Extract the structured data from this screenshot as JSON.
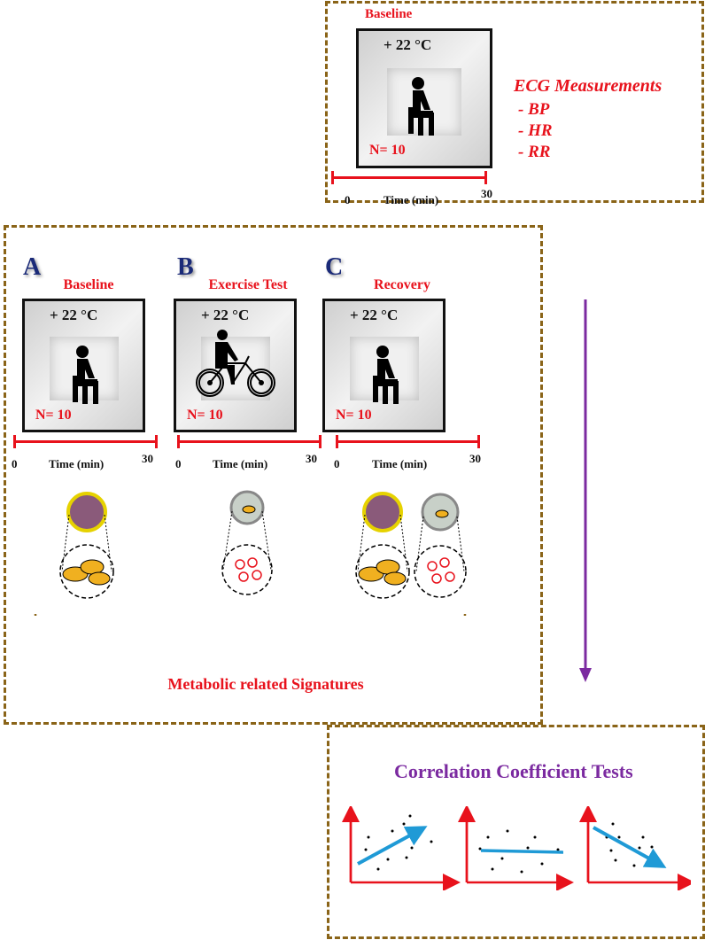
{
  "top": {
    "title": "Baseline",
    "temp": "+ 22 °C",
    "n": "N= 10",
    "t0": "0",
    "tlabel": "Time (min)",
    "t30": "30",
    "ecg_title": "ECG Measurements",
    "ecg_items": [
      "- BP",
      "- HR",
      "- RR"
    ]
  },
  "panels": [
    {
      "letter": "A",
      "title": "Baseline",
      "temp": "+ 22 °C",
      "n": "N= 10",
      "t0": "0",
      "tlabel": "Time (min)",
      "t30": "30"
    },
    {
      "letter": "B",
      "title": "Exercise Test",
      "temp": "+ 22 °C",
      "n": "N= 10",
      "t0": "0",
      "tlabel": "Time (min)",
      "t30": "30"
    },
    {
      "letter": "C",
      "title": "Recovery",
      "temp": "+ 22 °C",
      "n": "N= 10",
      "t0": "0",
      "tlabel": "Time (min)",
      "t30": "30"
    }
  ],
  "metabolic_label": "Metabolic related Signatures",
  "correlation": {
    "title": "Correlation Coefficient Tests",
    "plots": [
      "positive",
      "none",
      "negative"
    ]
  },
  "colors": {
    "red": "#e8121c",
    "purple": "#7b2aa0",
    "brown": "#8a6418",
    "blue": "#1f9ad6",
    "navy": "#1a2a78"
  }
}
